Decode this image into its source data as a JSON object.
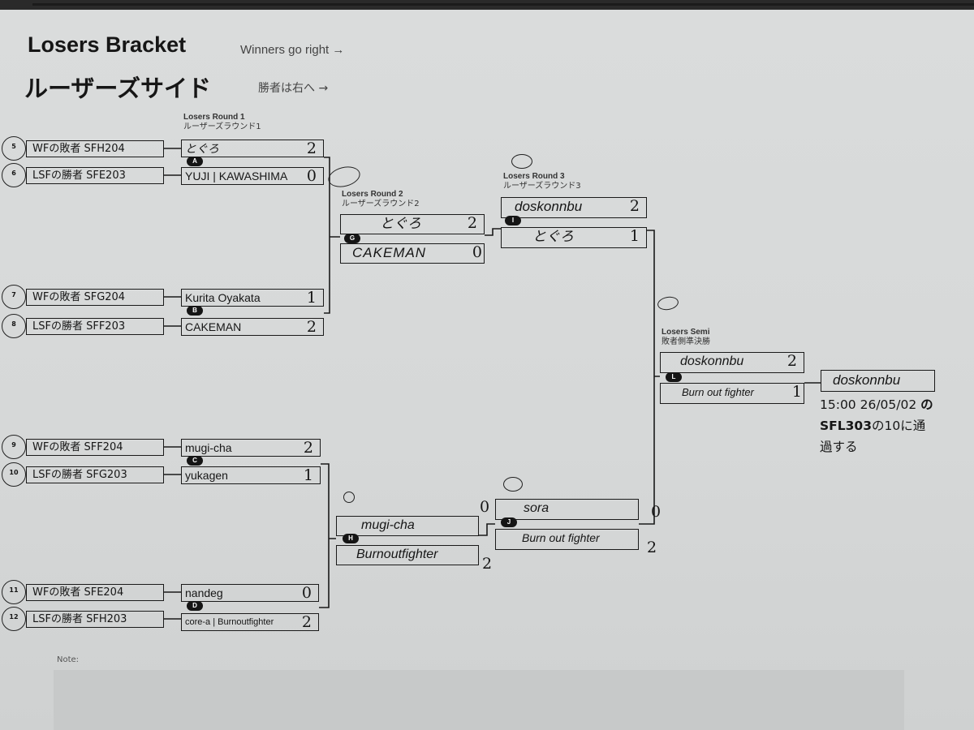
{
  "header": {
    "title_en": "Losers Bracket",
    "subtitle_en": "Winners go right →",
    "title_jp": "ルーザーズサイド",
    "subtitle_jp": "勝者は右へ →"
  },
  "rounds": {
    "r1": {
      "en": "Losers Round 1",
      "jp": "ルーザーズラウンド1"
    },
    "r2": {
      "en": "Losers Round 2",
      "jp": "ルーザーズラウンド2"
    },
    "r3": {
      "en": "Losers Round 3",
      "jp": "ルーザーズラウンド3"
    },
    "semi": {
      "en": "Losers Semi",
      "jp": "敗者側準決勝"
    }
  },
  "seeds": [
    {
      "num": "5",
      "label": "WFの敗者 SFH204"
    },
    {
      "num": "6",
      "label": "LSFの勝者 SFE203"
    },
    {
      "num": "7",
      "label": "WFの敗者 SFG204"
    },
    {
      "num": "8",
      "label": "LSFの勝者 SFF203"
    },
    {
      "num": "9",
      "label": "WFの敗者 SFF204"
    },
    {
      "num": "10",
      "label": "LSFの勝者 SFG203"
    },
    {
      "num": "11",
      "label": "WFの敗者 SFE204"
    },
    {
      "num": "12",
      "label": "LSFの勝者 SFH203"
    }
  ],
  "matches": {
    "A": {
      "badge": "A",
      "p1": "とぐろ",
      "s1": "2",
      "p2": "YUJI | KAWASHIMA",
      "s2": "0"
    },
    "B": {
      "badge": "B",
      "p1": "Kurita Oyakata",
      "s1": "1",
      "p2": "CAKEMAN",
      "s2": "2"
    },
    "C": {
      "badge": "C",
      "p1": "mugi-cha",
      "s1": "2",
      "p2": "yukagen",
      "s2": "1"
    },
    "D": {
      "badge": "D",
      "p1": "nandeg",
      "s1": "0",
      "p2": "core-a | Burnoutfighter",
      "s2": "2"
    },
    "G": {
      "badge": "G",
      "p1": "とぐろ",
      "s1": "2",
      "p2": "CAKEMAN",
      "s2": "0"
    },
    "H": {
      "badge": "H",
      "p1": "mugi-cha",
      "s1": "0",
      "p2": "Burnoutfighter",
      "s2": "2"
    },
    "I": {
      "badge": "I",
      "p1": "doskonnbu",
      "s1": "2",
      "p2": "とぐろ",
      "s2": "1"
    },
    "J": {
      "badge": "J",
      "p1": "sora",
      "s1": "0",
      "p2": "Burn out fighter",
      "s2": "2"
    },
    "L": {
      "badge": "L",
      "p1": "doskonnbu",
      "s1": "2",
      "p2": "Burn out fighter",
      "s2": "1"
    }
  },
  "winner": {
    "name": "doskonnbu",
    "line1_a": "15:00 26/05/02 ",
    "line1_b": "の",
    "line2_a": "SFL303",
    "line2_b": "の10に通",
    "line3": "過する"
  },
  "note": {
    "label": "Note:"
  }
}
